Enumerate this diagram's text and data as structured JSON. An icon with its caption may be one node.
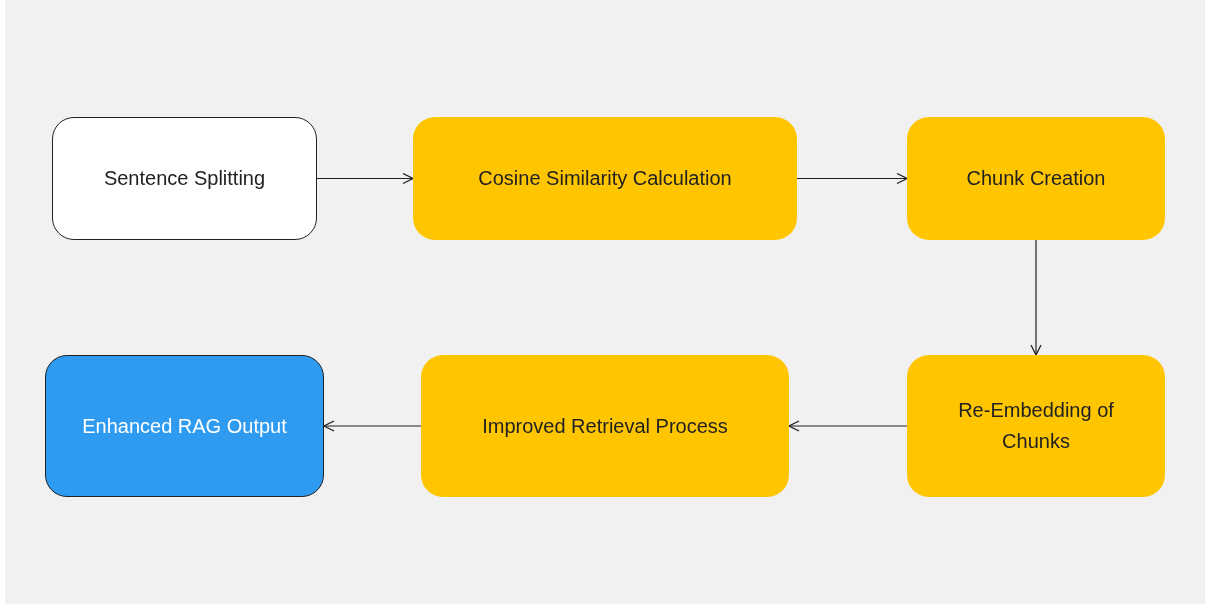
{
  "diagram": {
    "nodes": [
      {
        "text": [
          "Sentence Splitting"
        ]
      },
      {
        "text": [
          "Cosine Similarity Calculation"
        ]
      },
      {
        "text": [
          "Chunk Creation"
        ]
      },
      {
        "text": [
          "Re-Embedding of Chunks"
        ]
      },
      {
        "text": [
          "Improved Retrieval Process"
        ]
      },
      {
        "text": [
          "Enhanced RAG Output"
        ]
      }
    ],
    "edges": [
      {
        "from": 0,
        "to": 1,
        "arrow": "to"
      },
      {
        "from": 1,
        "to": 2,
        "arrow": "to"
      },
      {
        "from": 2,
        "to": 3,
        "arrow": "to"
      },
      {
        "from": 3,
        "to": 4,
        "arrow": "to"
      },
      {
        "from": 4,
        "to": 5,
        "arrow": "to"
      }
    ]
  }
}
